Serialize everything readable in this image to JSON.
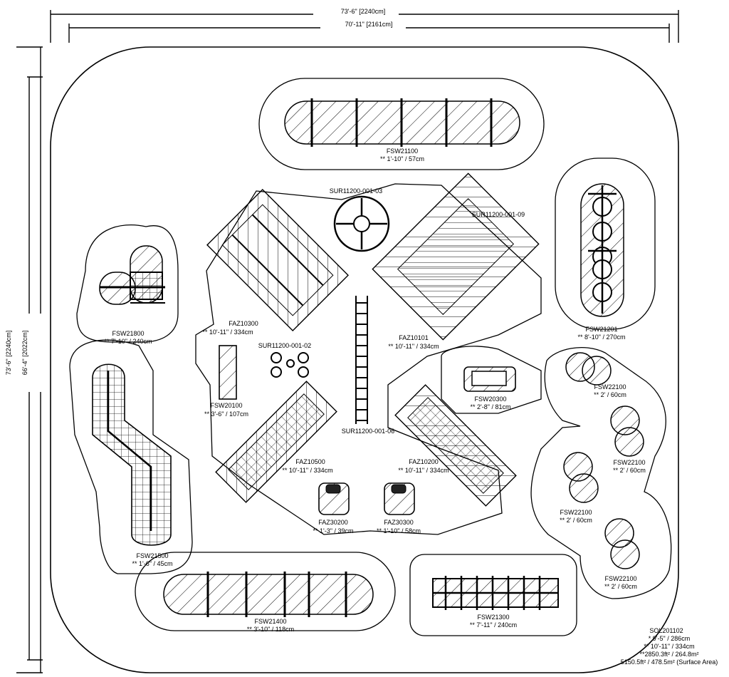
{
  "dimensions": {
    "overall_width": "73'-6\" [2240cm]",
    "inner_width": "70'-11\" [2161cm]",
    "overall_height": "73'-6\" [2240cm]",
    "inner_height": "66'-4\" [2022cm]"
  },
  "components": {
    "fsw21100": {
      "code": "FSW21100",
      "size": "** 1'-10\" / 57cm"
    },
    "sur_003": {
      "code": "SUR11200-001-03"
    },
    "sur_009": {
      "code": "SUR11200-001-09"
    },
    "sur_002": {
      "code": "SUR11200-001-02"
    },
    "sur_006": {
      "code": "SUR11200-001-06"
    },
    "fsw21800": {
      "code": "FSW21800",
      "size": "** 7'-10\" / 240cm"
    },
    "faz10300": {
      "code": "FAZ10300",
      "size": "** 10'-11\" / 334cm"
    },
    "faz10101": {
      "code": "FAZ10101",
      "size": "** 10'-11\" / 334cm"
    },
    "fsw21201": {
      "code": "FSW21201",
      "size": "** 8'-10\" / 270cm"
    },
    "fsw20100": {
      "code": "FSW20100",
      "size": "** 3'-6\" / 107cm"
    },
    "fsw20300": {
      "code": "FSW20300",
      "size": "** 2'-8\" / 81cm"
    },
    "fsw22100_a": {
      "code": "FSW22100",
      "size": "** 2' / 60cm"
    },
    "fsw22100_b": {
      "code": "FSW22100",
      "size": "** 2' / 60cm"
    },
    "fsw22100_c": {
      "code": "FSW22100",
      "size": "** 2' / 60cm"
    },
    "fsw22100_d": {
      "code": "FSW22100",
      "size": "** 2' / 60cm"
    },
    "faz10500": {
      "code": "FAZ10500",
      "size": "** 10'-11\" / 334cm"
    },
    "faz10200": {
      "code": "FAZ10200",
      "size": "** 10'-11\" / 334cm"
    },
    "faz30200": {
      "code": "FAZ30200",
      "size": "** 1'-3\" / 39cm"
    },
    "faz30300": {
      "code": "FAZ30300",
      "size": "** 1'-10\" / 58cm"
    },
    "fsw21500": {
      "code": "FSW21500",
      "size": "** 1'-6\" / 45cm"
    },
    "fsw21400": {
      "code": "FSW21400",
      "size": "** 3'-10\" / 118cm"
    },
    "fsw21300": {
      "code": "FSW21300",
      "size": "** 7'-11\" / 240cm"
    }
  },
  "summary": {
    "code": "SOL201102",
    "line1": "* 9'-5\" / 286cm",
    "line2": "** 10'-11\" / 334cm",
    "line3": "**2850.3ft² / 264.8m²",
    "line4": "5150.5ft² / 478.5m² (Surface Area)"
  }
}
